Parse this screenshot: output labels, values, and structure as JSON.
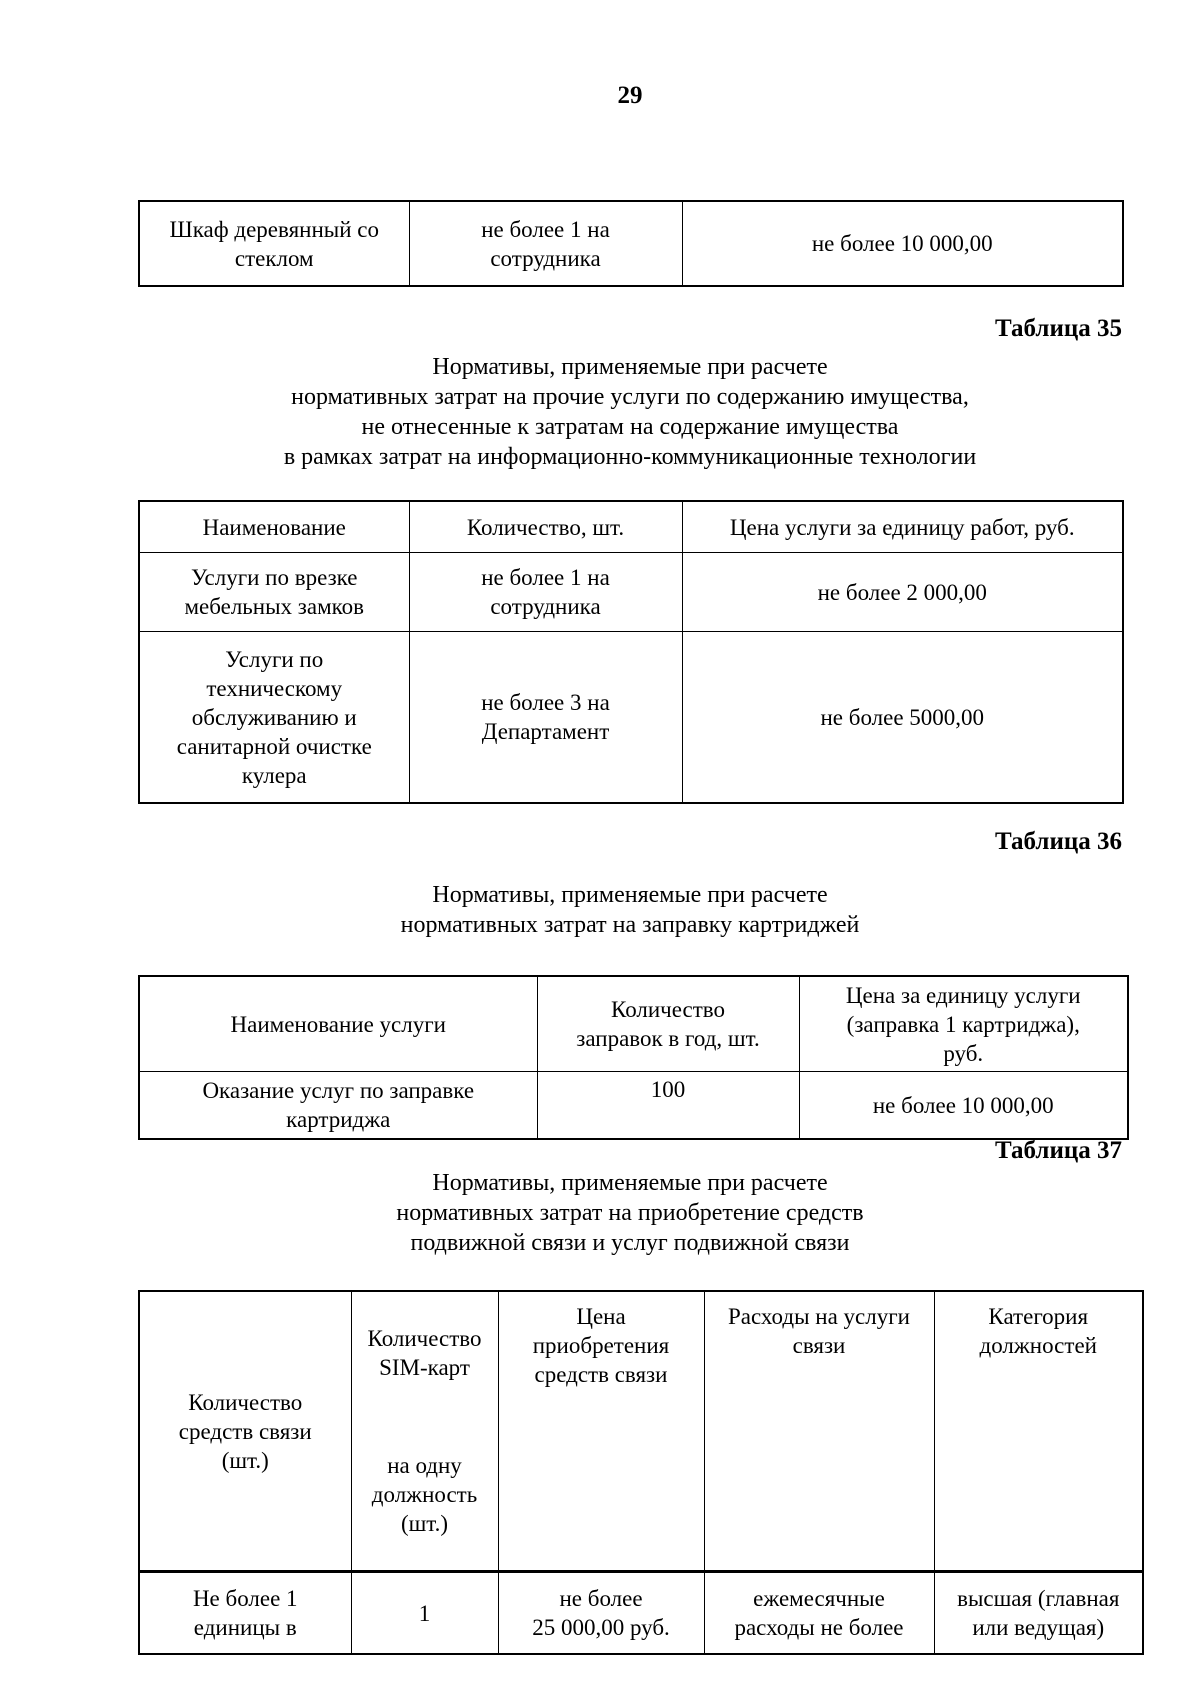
{
  "page_number": "29",
  "colors": {
    "background": "#ffffff",
    "text": "#000000",
    "table_border": "#000000",
    "fragment_top_border": "#999999"
  },
  "fragment_table": {
    "cells": [
      "Шкаф деревянный со\nстеклом",
      "не более 1 на\nсотрудника",
      "не более 10 000,00"
    ]
  },
  "section35": {
    "caption": "Таблица 35",
    "title": "Нормативы, применяемые при расчете\nнормативных затрат на прочие услуги по содержанию имущества,\nне отнесенные к затратам на содержание имущества\nв рамках затрат на информационно-коммуникационные технологии",
    "headers": [
      "Наименование",
      "Количество, шт.",
      "Цена услуги за единицу работ, руб."
    ],
    "rows": [
      [
        "Услуги по врезке\nмебельных замков",
        "не более 1 на\nсотрудника",
        "не более 2 000,00"
      ],
      [
        "Услуги по\nтехническому\nобслуживанию и\nсанитарной очистке\nкулера",
        "не более 3 на\nДепартамент",
        "не более 5000,00"
      ]
    ]
  },
  "section36": {
    "caption": "Таблица 36",
    "title": "Нормативы, применяемые при расчете\nнормативных затрат на заправку картриджей",
    "headers": [
      "Наименование услуги",
      "Количество\nзаправок в год, шт.",
      "Цена за единицу услуги\n(заправка 1 картриджа),\nруб."
    ],
    "rows": [
      [
        "Оказание услуг по заправке\nкартриджа",
        "100",
        "не более 10 000,00"
      ]
    ]
  },
  "section37": {
    "caption": "Таблица 37",
    "title": "Нормативы, применяемые при расчете\nнормативных затрат на приобретение средств\nподвижной связи и услуг подвижной связи",
    "headers": {
      "col1": "Количество\nсредств связи\n(шт.)",
      "col2_top": "Количество\nSIM-карт",
      "col2_bottom": "на одну\nдолжность\n(шт.)",
      "col3": "Цена\nприобретения\nсредств связи",
      "col4": "Расходы на услуги\nсвязи",
      "col5": "Категория\nдолжностей"
    },
    "row": [
      "Не более 1\nединицы в",
      "1",
      "не более\n25 000,00 руб.",
      "ежемесячные\nрасходы не более",
      "высшая (главная\nили ведущая)"
    ]
  }
}
